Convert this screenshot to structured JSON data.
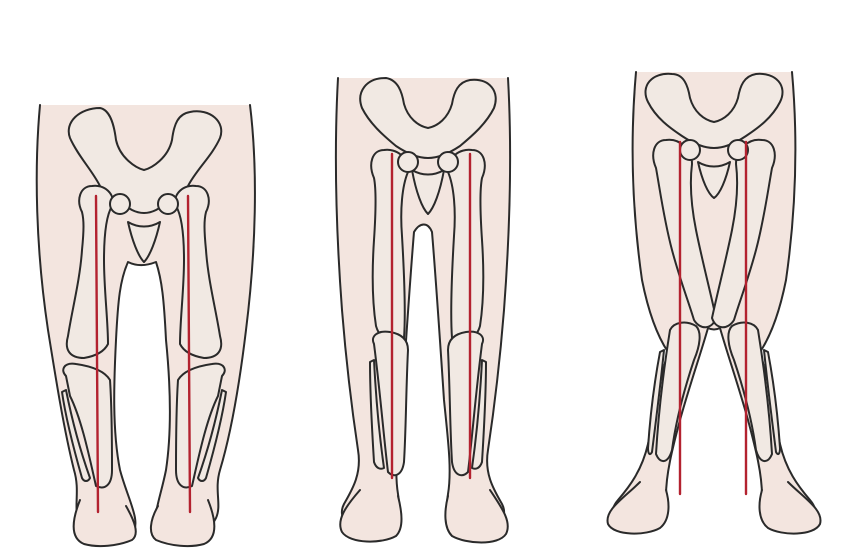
{
  "figures": [
    {
      "name": "bowed-legs-figure",
      "alignment": "genu-varum"
    },
    {
      "name": "straight-legs-figure",
      "alignment": "neutral"
    },
    {
      "name": "knock-knee-figure",
      "alignment": "genu-valgum"
    }
  ],
  "colors": {
    "skin": "#f3e5df",
    "bone": "#f1e9e3",
    "outline": "#2a2a2a",
    "axis_line": "#b3222f",
    "background": "#ffffff"
  },
  "icons": [
    "pelvis-bone",
    "femur-bone",
    "tibia-bone",
    "fibula-bone",
    "foot",
    "mechanical-axis-line"
  ]
}
